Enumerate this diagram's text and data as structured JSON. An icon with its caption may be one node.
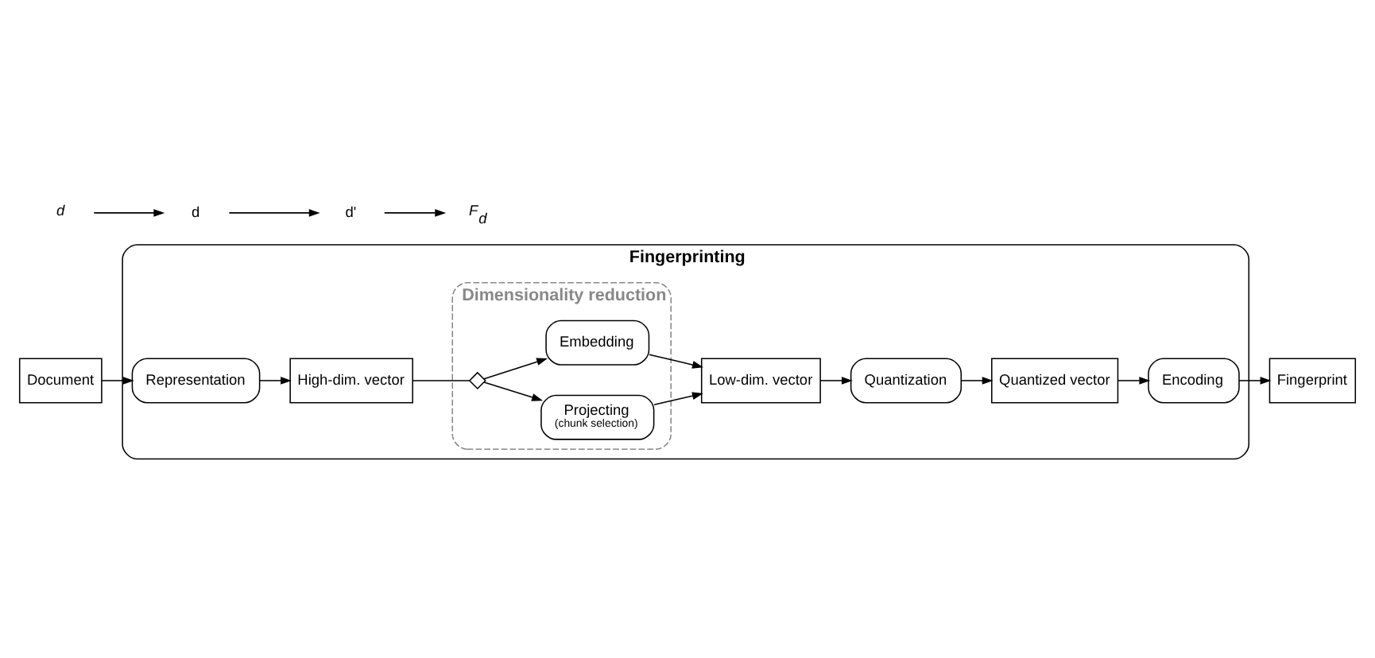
{
  "diagram": {
    "nodes": [
      {
        "text": [
          "Fingerprinting"
        ]
      },
      {
        "text": [
          "Document"
        ]
      },
      {
        "text": [
          "Representation"
        ],
        "in": 0
      },
      {
        "text": [
          "High-dim. vector"
        ],
        "in": 0
      },
      {
        "text": [
          "Dimensionality reduction"
        ],
        "in": 0
      },
      {
        "text": [],
        "shape": "diamond",
        "in": 4
      },
      {
        "text": [
          "Projecting",
          "(chunk selection)"
        ],
        "in": 4
      },
      {
        "text": [
          "Embedding"
        ],
        "in": 4
      },
      {
        "text": [
          "Low-dim. vector"
        ],
        "in": 0
      },
      {
        "text": [
          "Quantization"
        ],
        "in": 0
      },
      {
        "text": [
          "Quantized vector"
        ],
        "in": 0
      },
      {
        "text": [
          "Encoding"
        ],
        "in": 0
      },
      {
        "text": [
          "Fingerprint"
        ]
      },
      {
        "text": [
          "d"
        ]
      },
      {
        "text": [
          "d"
        ]
      },
      {
        "text": [
          "d'"
        ]
      },
      {
        "text": [
          "F$_{d}$"
        ]
      }
    ],
    "edges": [
      {
        "from": 1,
        "to": 2,
        "arrow": "to"
      },
      {
        "from": 2,
        "to": 3,
        "arrow": "to"
      },
      {
        "from": 3,
        "to": 5,
        "arrow": "none"
      },
      {
        "from": 5,
        "to": 6,
        "arrow": "to"
      },
      {
        "from": 5,
        "to": 7,
        "arrow": "to"
      },
      {
        "from": 6,
        "to": 8,
        "arrow": "to"
      },
      {
        "from": 7,
        "to": 8,
        "arrow": "to"
      },
      {
        "from": 8,
        "to": 9,
        "arrow": "to"
      },
      {
        "from": 9,
        "to": 10,
        "arrow": "to"
      },
      {
        "from": 10,
        "to": 11,
        "arrow": "to"
      },
      {
        "from": 11,
        "to": 12,
        "arrow": "to"
      },
      {
        "from": 13,
        "to": 14,
        "arrow": "to"
      },
      {
        "from": 14,
        "to": 15,
        "arrow": "to"
      },
      {
        "from": 15,
        "to": 16,
        "arrow": "to"
      }
    ]
  }
}
